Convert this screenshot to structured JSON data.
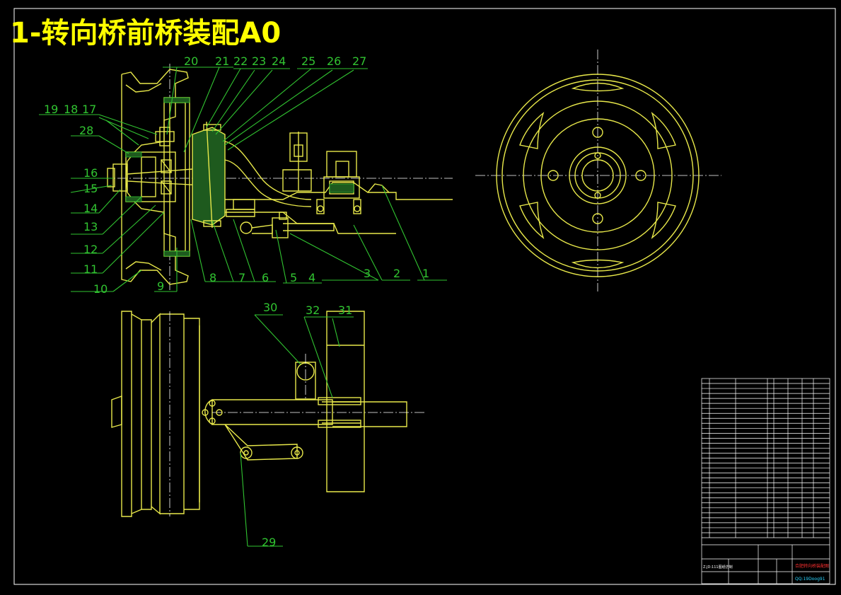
{
  "title": "1-转向桥前桥装配A0",
  "part_numbers": [
    "1",
    "2",
    "3",
    "4",
    "5",
    "6",
    "7",
    "8",
    "9",
    "10",
    "11",
    "12",
    "13",
    "14",
    "15",
    "16",
    "17",
    "18",
    "19",
    "20",
    "21",
    "22",
    "23",
    "24",
    "25",
    "26",
    "27",
    "28",
    "29",
    "30",
    "31",
    "32"
  ],
  "title_block": {
    "red_label": "合肥转向桥装配图",
    "cyan_label": "QQ:19Doog91",
    "small_text": "Z.JD:111图纸仿制"
  },
  "colors": {
    "background": "#000000",
    "geometry": "#e8e84a",
    "leaders": "#31c431",
    "title": "#ffff00",
    "frame": "#ffffff"
  }
}
